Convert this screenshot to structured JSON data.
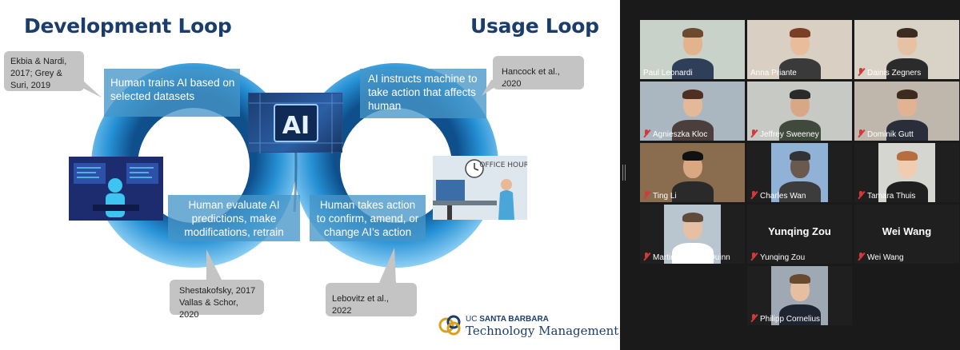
{
  "slide": {
    "title_left": "Development Loop",
    "title_right": "Usage Loop",
    "box_train": "Human trains AI based on selected datasets",
    "box_instruct": "AI instructs machine to take action that affects human",
    "box_evaluate": "Human evaluate AI predictions, make modifications, retrain",
    "box_action": "Human takes action to confirm, amend, or change AI’s action",
    "cite_ekbia": "Ekbia & Nardi, 2017; Grey & Suri, 2019",
    "cite_hancock": "Hancock et al., 2020",
    "cite_shestakofsky": "Shestakofsky, 2017 Vallas & Schor, 2020",
    "cite_lebovitz": "Lebovitz et al., 2022",
    "ai_label": "AI",
    "office_label": "OFFICE HOURS",
    "brand_small_prefix": "UC",
    "brand_small": "SANTA BARBARA",
    "brand_main": "Technology Management",
    "colors": {
      "title": "#1b3d6b",
      "loop": "#1d7fc4",
      "box": "#4696c8",
      "bubble": "#c4c4c4"
    }
  },
  "participants": [
    {
      "name": "Paul Leonardi",
      "muted": false,
      "active": true,
      "video": true
    },
    {
      "name": "Anna Priante",
      "muted": false,
      "active": false,
      "video": true
    },
    {
      "name": "Dainis Zegners",
      "muted": true,
      "active": false,
      "video": true
    },
    {
      "name": "Agnieszka Kloc",
      "muted": true,
      "active": false,
      "video": true
    },
    {
      "name": "Jeffrey Sweeney",
      "muted": true,
      "active": false,
      "video": true
    },
    {
      "name": "Dominik Gutt",
      "muted": true,
      "active": false,
      "video": true
    },
    {
      "name": "Ting Li",
      "muted": true,
      "active": false,
      "video": true
    },
    {
      "name": "Charles Wan",
      "muted": true,
      "active": false,
      "video": true
    },
    {
      "name": "Tamara Thuis",
      "muted": true,
      "active": false,
      "video": true
    },
    {
      "name": "Martin Seamus Quinn",
      "muted": true,
      "active": false,
      "video": true
    },
    {
      "name": "Yunqing Zou",
      "muted": true,
      "active": false,
      "video": false,
      "display_name": "Yunqing Zou"
    },
    {
      "name": "Wei Wang",
      "muted": true,
      "active": false,
      "video": false,
      "display_name": "Wei Wang"
    },
    {
      "name": "Philipp Cornelius",
      "muted": true,
      "active": false,
      "video": true
    }
  ]
}
